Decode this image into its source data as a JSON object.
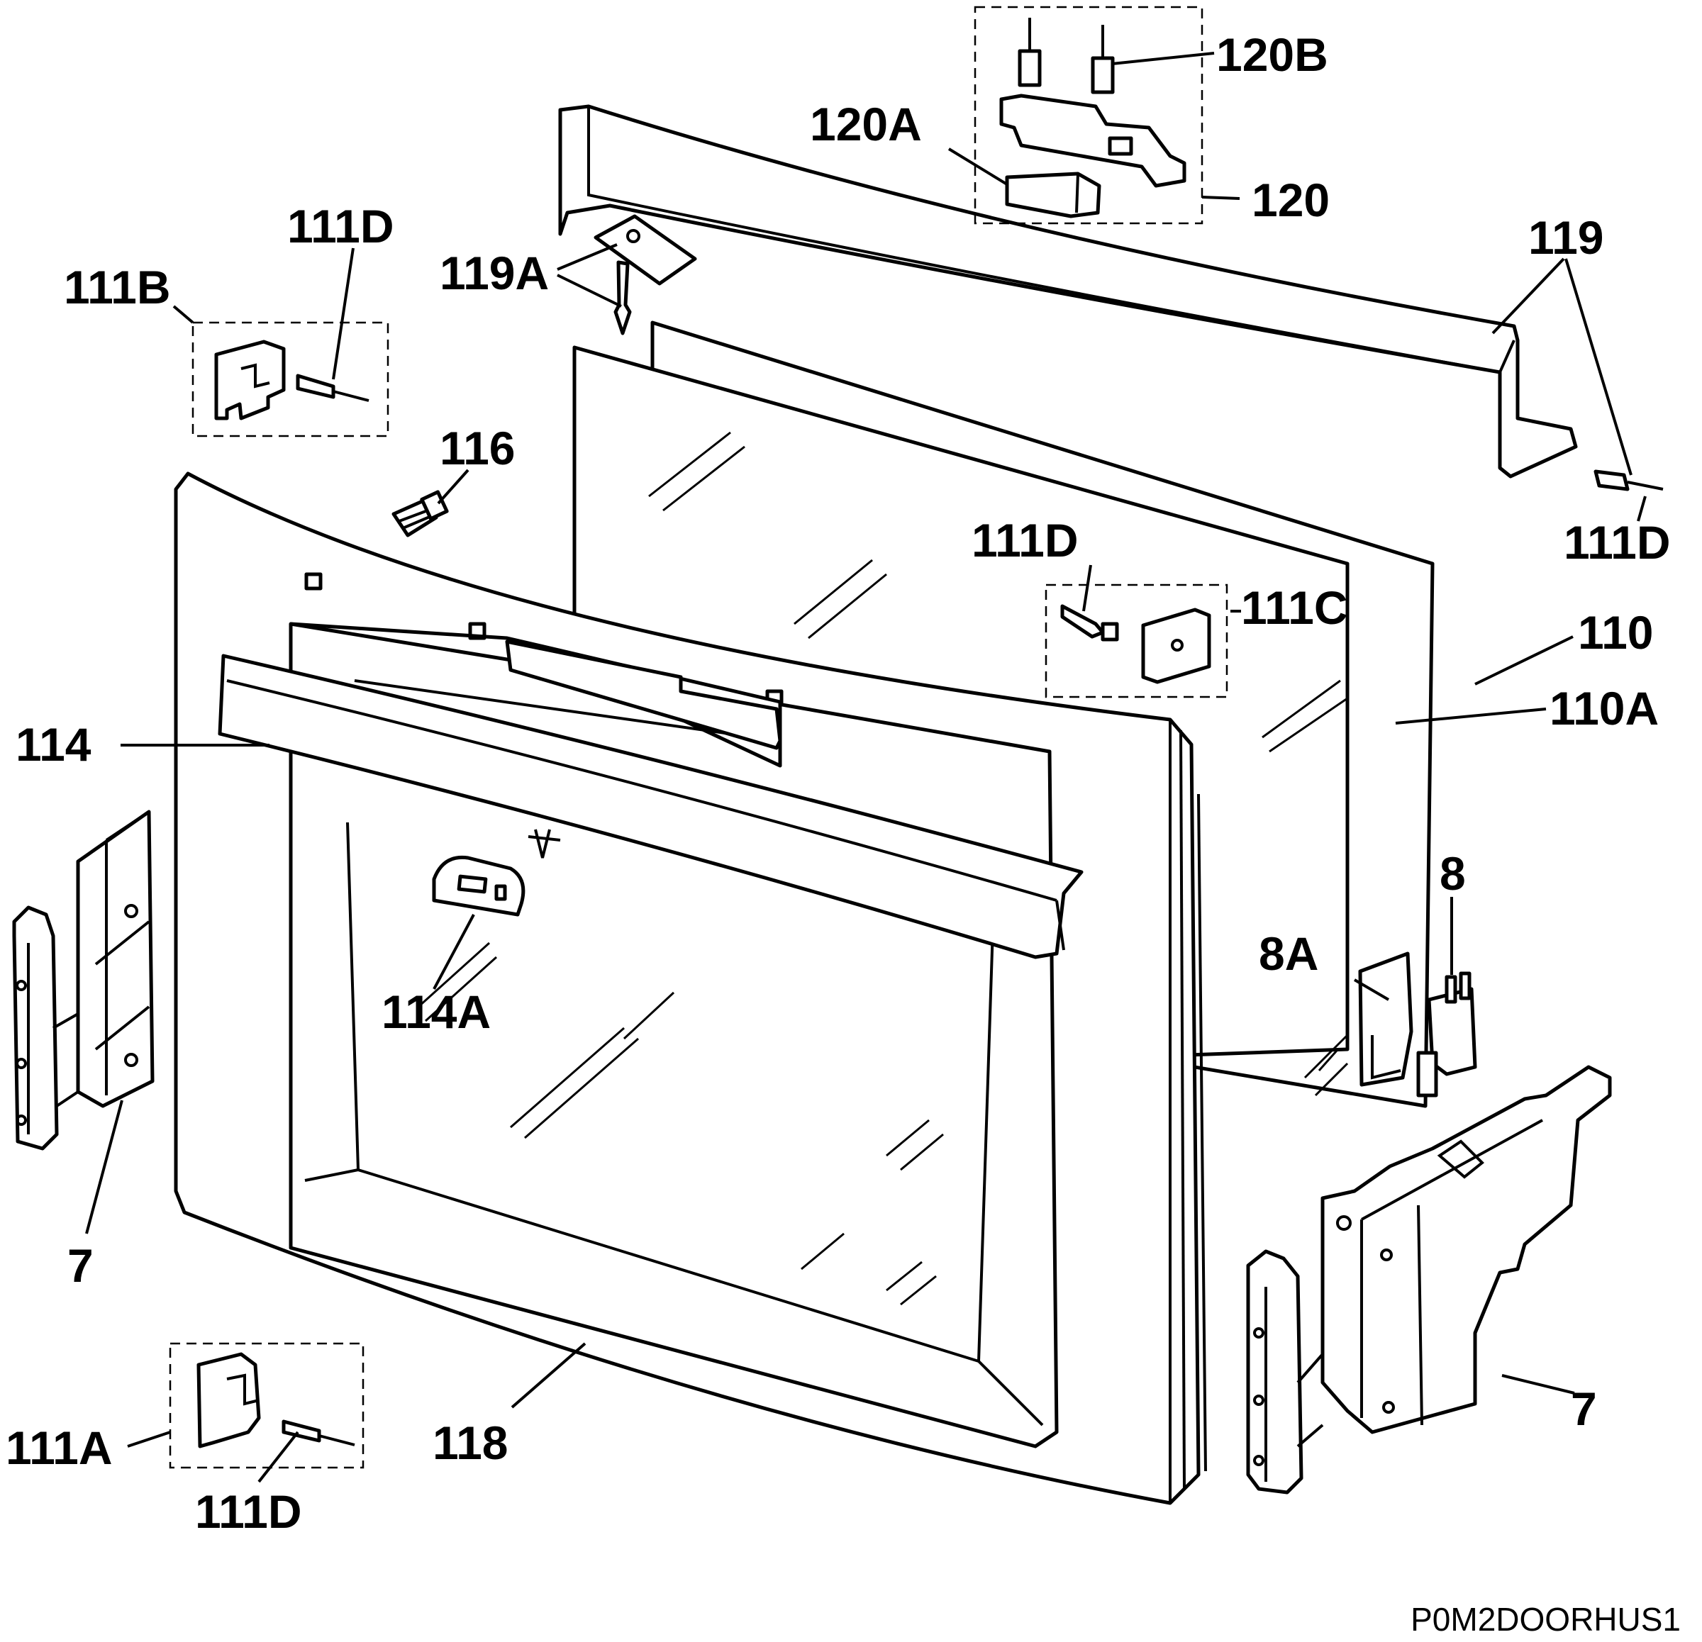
{
  "diagram": {
    "drawing_code": "P0M2DOORHUS1",
    "callouts": [
      {
        "id": "120B",
        "text": "120B"
      },
      {
        "id": "120A",
        "text": "120A"
      },
      {
        "id": "120",
        "text": "120"
      },
      {
        "id": "119",
        "text": "119"
      },
      {
        "id": "119A",
        "text": "119A"
      },
      {
        "id": "111D-topleft",
        "text": "111D"
      },
      {
        "id": "111B",
        "text": "111B"
      },
      {
        "id": "116",
        "text": "116"
      },
      {
        "id": "111D-right",
        "text": "111D"
      },
      {
        "id": "111D-mid",
        "text": "111D"
      },
      {
        "id": "111C",
        "text": "111C"
      },
      {
        "id": "110",
        "text": "110"
      },
      {
        "id": "110A",
        "text": "110A"
      },
      {
        "id": "114",
        "text": "114"
      },
      {
        "id": "8",
        "text": "8"
      },
      {
        "id": "8A",
        "text": "8A"
      },
      {
        "id": "114A",
        "text": "114A"
      },
      {
        "id": "7-left",
        "text": "7"
      },
      {
        "id": "7-right",
        "text": "7"
      },
      {
        "id": "118",
        "text": "118"
      },
      {
        "id": "111A",
        "text": "111A"
      },
      {
        "id": "111D-bottom",
        "text": "111D"
      }
    ]
  }
}
